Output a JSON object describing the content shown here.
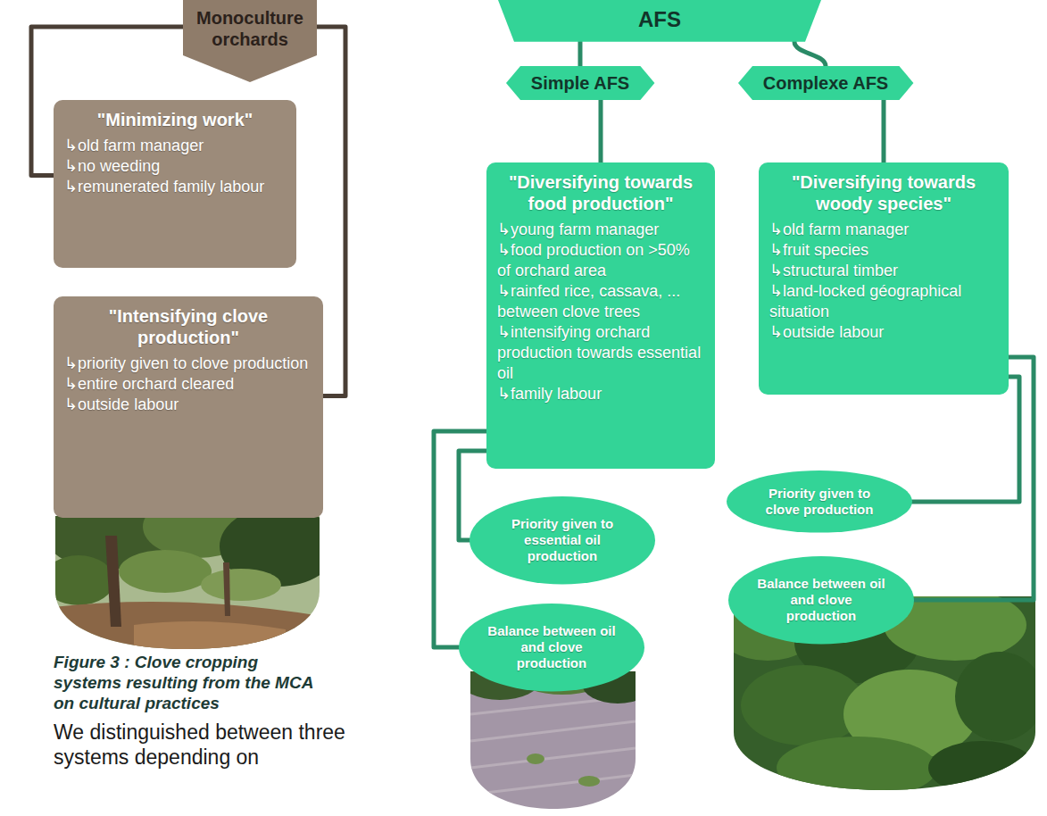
{
  "diagram": {
    "nodes": [
      {
        "text": [
          "Monoculture orchards"
        ]
      },
      {
        "text": [
          "\"Minimizing work\"",
          "↳old farm manager",
          "↳no weeding",
          "↳remunerated family labour"
        ]
      },
      {
        "text": [
          "\"Intensifying clove production\"",
          "↳priority given to clove production",
          "↳entire orchard cleared",
          "↳outside labour"
        ]
      },
      {
        "text": [
          "AFS"
        ]
      },
      {
        "text": [
          "Simple AFS"
        ]
      },
      {
        "text": [
          "Complexe AFS"
        ]
      },
      {
        "text": [
          "\"Diversifying towards food production\"",
          "↳young farm manager",
          "↳food production on >50% of orchard area",
          "↳rainfed rice, cassava, ... between clove trees",
          "↳intensifying orchard production towards essential oil",
          "↳family labour"
        ]
      },
      {
        "text": [
          "\"Diversifying towards woody species\"",
          "↳old farm manager",
          "↳fruit species",
          "↳structural timber",
          "↳land-locked géographical situation",
          "↳outside labour"
        ]
      },
      {
        "text": [
          "Priority given to essential oil production"
        ]
      },
      {
        "text": [
          "Balance between oil and clove production"
        ]
      },
      {
        "text": [
          "Priority given to clove production"
        ]
      },
      {
        "text": [
          "Balance between oil and clove production"
        ]
      }
    ],
    "edges": [
      {
        "from": 0,
        "to": 1,
        "arrow": "none"
      },
      {
        "from": 0,
        "to": 2,
        "arrow": "none"
      },
      {
        "from": 3,
        "to": 4,
        "arrow": "none"
      },
      {
        "from": 3,
        "to": 5,
        "arrow": "none"
      },
      {
        "from": 4,
        "to": 6,
        "arrow": "none"
      },
      {
        "from": 5,
        "to": 7,
        "arrow": "none"
      },
      {
        "from": 6,
        "to": 8,
        "arrow": "none"
      },
      {
        "from": 6,
        "to": 9,
        "arrow": "none"
      },
      {
        "from": 7,
        "to": 10,
        "arrow": "none"
      },
      {
        "from": 7,
        "to": 11,
        "arrow": "none"
      }
    ],
    "labels": [
      "Figure 3 : Clove cropping systems resulting from the MCA on cultural practices",
      "We distinguished between three systems depending on"
    ]
  }
}
